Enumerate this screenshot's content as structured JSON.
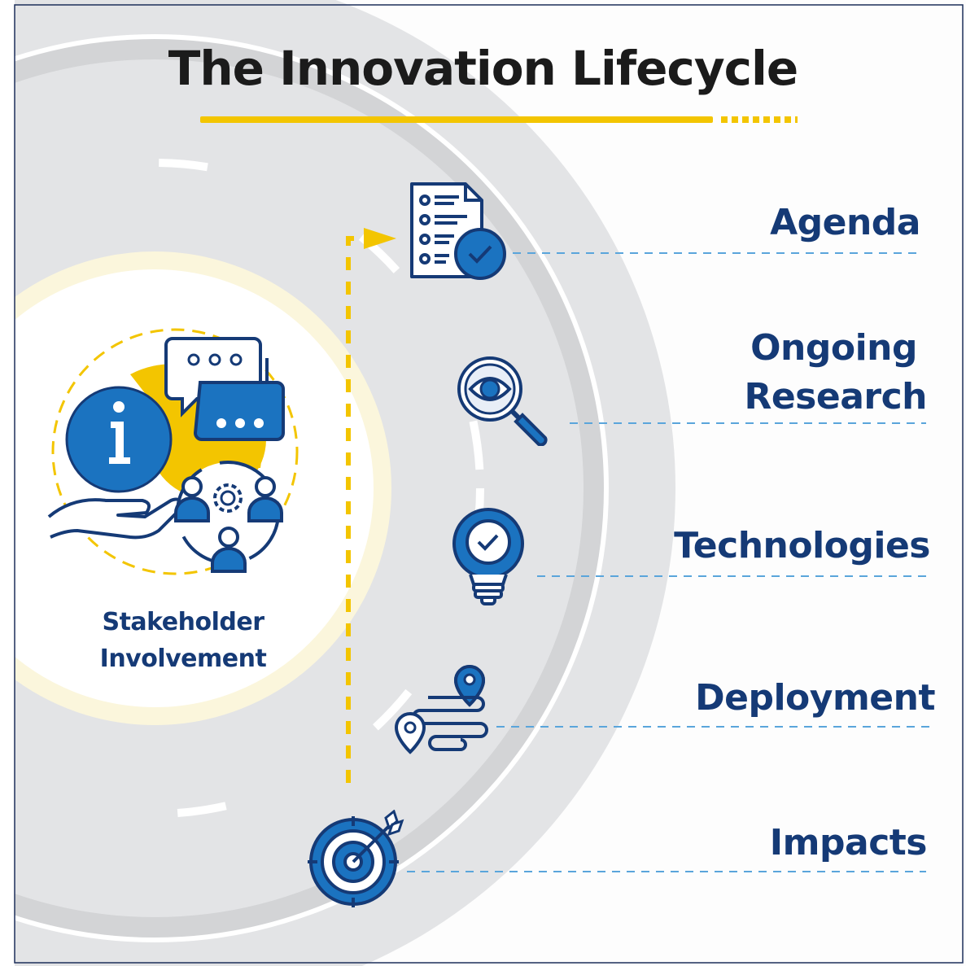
{
  "title": "The Innovation Lifecycle",
  "stakeholder": {
    "line1": "Stakeholder",
    "line2": "Involvement"
  },
  "stages": [
    {
      "line1": "Agenda",
      "icon": "checklist-document-icon"
    },
    {
      "line1": "Ongoing",
      "line2": "Research",
      "icon": "magnifier-eye-icon"
    },
    {
      "line1": "Technologies",
      "icon": "lightbulb-check-icon"
    },
    {
      "line1": "Deployment",
      "icon": "route-map-pins-icon"
    },
    {
      "line1": "Impacts",
      "icon": "target-arrow-icon"
    }
  ],
  "colors": {
    "navy": "#153a76",
    "blue": "#1b73c0",
    "yellow": "#f3c500",
    "road": "#e2e3e5",
    "dash": "#5aa5db"
  }
}
